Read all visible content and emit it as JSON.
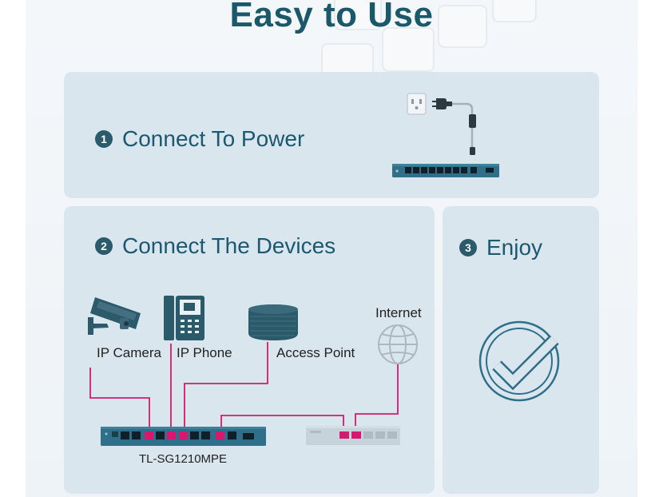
{
  "page": {
    "title": "Easy to Use"
  },
  "steps": [
    {
      "number": "1",
      "title": "Connect To Power"
    },
    {
      "number": "2",
      "title": "Connect The Devices"
    },
    {
      "number": "3",
      "title": "Enjoy"
    }
  ],
  "devices": {
    "ip_camera": "IP Camera",
    "ip_phone": "IP Phone",
    "access_point": "Access Point",
    "internet": "Internet"
  },
  "switch": {
    "model": "TL-SG1210MPE"
  },
  "colors": {
    "accent": "#19596a",
    "poe_link": "#d6186e",
    "panel": "#d9e6ee",
    "switch_body": "#2f6f89"
  }
}
